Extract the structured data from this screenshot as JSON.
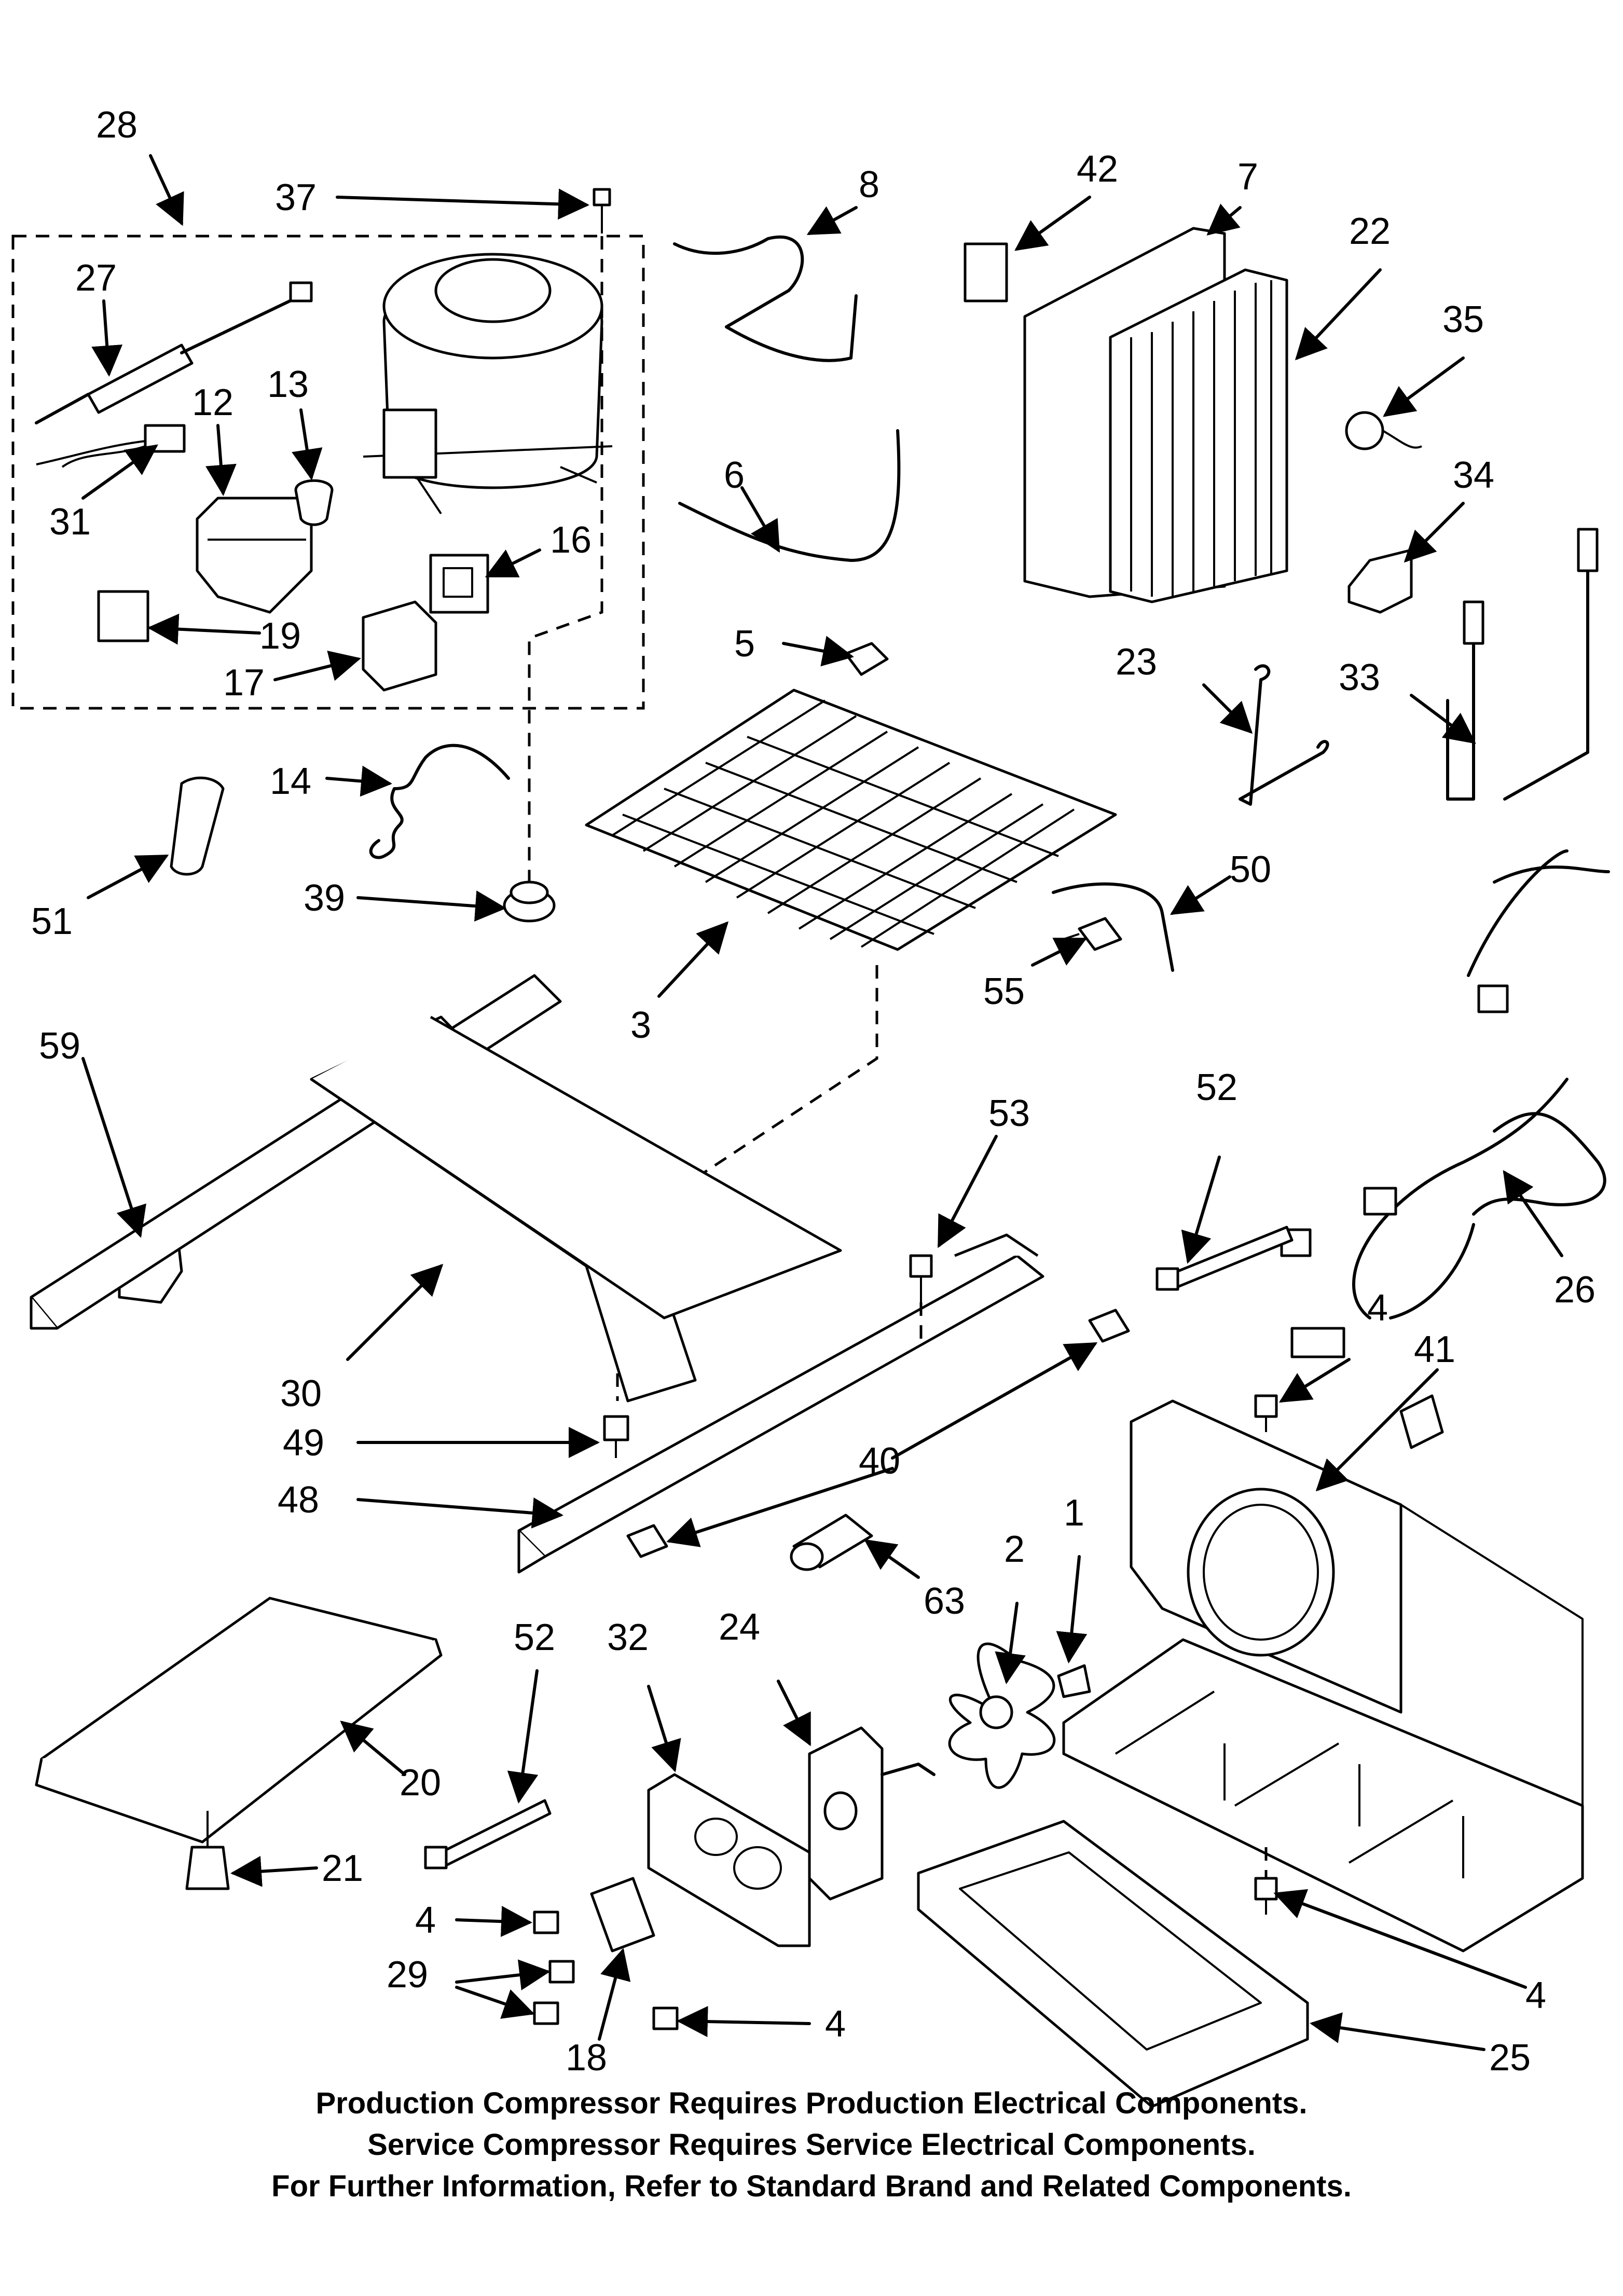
{
  "callouts": {
    "c28": "28",
    "c37": "37",
    "c8": "8",
    "c42": "42",
    "c7": "7",
    "c22": "22",
    "c27": "27",
    "c12": "12",
    "c13": "13",
    "c31": "31",
    "c16": "16",
    "c19": "19",
    "c17": "17",
    "c6": "6",
    "c35": "35",
    "c34": "34",
    "c5": "5",
    "c23": "23",
    "c33": "33",
    "c14": "14",
    "c51": "51",
    "c39": "39",
    "c3": "3",
    "c50": "50",
    "c55": "55",
    "c59": "59",
    "c53": "53",
    "c52a": "52",
    "c26": "26",
    "c30": "30",
    "c49": "49",
    "c40": "40",
    "c48": "48",
    "c4a": "4",
    "c41": "41",
    "c63": "63",
    "c2": "2",
    "c1": "1",
    "c52b": "52",
    "c32": "32",
    "c24": "24",
    "c20": "20",
    "c21": "21",
    "c4b": "4",
    "c29": "29",
    "c18": "18",
    "c4c": "4",
    "c4d": "4",
    "c25": "25"
  },
  "footer": {
    "line1": "Production Compressor Requires Production Electrical Components.",
    "line2": "Service Compressor Requires Service Electrical Components.",
    "line3": "For Further Information, Refer to Standard Brand and Related Components."
  }
}
